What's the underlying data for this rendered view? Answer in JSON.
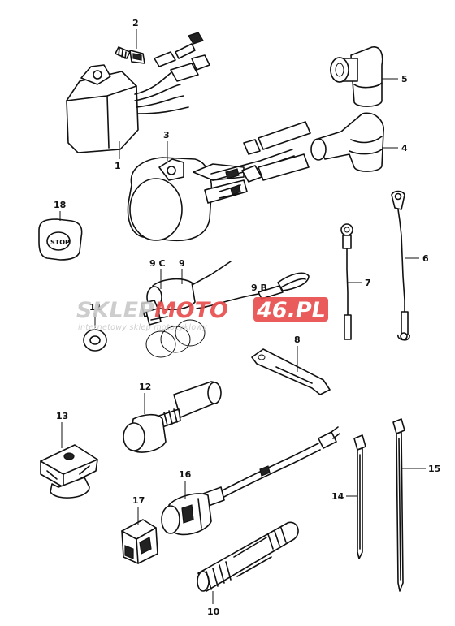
{
  "callouts": {
    "n1": "1",
    "n2": "2",
    "n3": "3",
    "n4": "4",
    "n5": "5",
    "n6": "6",
    "n7": "7",
    "n8": "8",
    "n9": "9",
    "n9b": "9 B",
    "n9c": "9 C",
    "n10": "10",
    "n11": "11",
    "n12": "12",
    "n13": "13",
    "n14": "14",
    "n15": "15",
    "n16": "16",
    "n17": "17",
    "n18": "18"
  },
  "stop_label": "STOP",
  "watermark": {
    "part1": "SKLEP",
    "part2": "MOTO",
    "part3": "46.PL",
    "tagline": "internetowy sklep motocyklowy",
    "colors": {
      "grey": "#c8c8c8",
      "red": "#e84a4a"
    }
  }
}
